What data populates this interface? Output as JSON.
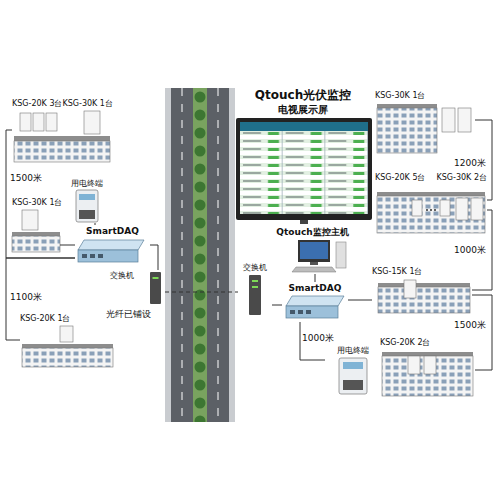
{
  "diagram": {
    "nodes": [
      {
        "text": [
          "Qtouch光伏监控",
          "电视展示屏"
        ]
      },
      {
        "text": [
          "Qtouch监控主机"
        ]
      },
      {
        "text": [
          "交换机"
        ]
      },
      {
        "text": [
          "SmartDAQ"
        ]
      },
      {
        "text": [
          "用电终端"
        ]
      },
      {
        "text": [
          "交换机"
        ]
      },
      {
        "text": [
          "SmartDAQ"
        ]
      },
      {
        "text": [
          "用电终端"
        ]
      },
      {
        "text": [
          "KSG-20K 3台",
          "KSG-30K 1台"
        ]
      },
      {
        "text": [
          "KSG-30K 1台"
        ]
      },
      {
        "text": [
          "KSG-20K 1台"
        ]
      },
      {
        "text": [
          "KSG-30K 1台"
        ]
      },
      {
        "text": [
          "KSG-20K 5台",
          "KSG-30K 2台"
        ]
      },
      {
        "text": [
          "KSG-15K 1台"
        ]
      },
      {
        "text": [
          "KSG-20K 2台"
        ]
      }
    ],
    "edges": [
      {
        "from": 3,
        "to": 1,
        "arrow": "none"
      },
      {
        "from": 2,
        "to": 3,
        "arrow": "none"
      },
      {
        "from": 5,
        "to": 2,
        "arrow": "none",
        "label": "光纤已铺设"
      },
      {
        "from": 6,
        "to": 5,
        "arrow": "none"
      },
      {
        "from": 8,
        "to": 6,
        "arrow": "none",
        "label": "1500米"
      },
      {
        "from": 9,
        "to": 6,
        "arrow": "none"
      },
      {
        "from": 10,
        "to": 6,
        "arrow": "none",
        "label": "1100米"
      },
      {
        "from": 7,
        "to": 6,
        "arrow": "none"
      },
      {
        "from": 3,
        "to": 4,
        "arrow": "none",
        "label": "1000米"
      },
      {
        "from": 3,
        "to": 13,
        "arrow": "none"
      },
      {
        "from": 11,
        "to": 12,
        "arrow": "none",
        "label": "1200米"
      },
      {
        "from": 12,
        "to": 13,
        "arrow": "none",
        "label": "1000米"
      },
      {
        "from": 13,
        "to": 14,
        "arrow": "none",
        "label": "1500米"
      }
    ]
  }
}
